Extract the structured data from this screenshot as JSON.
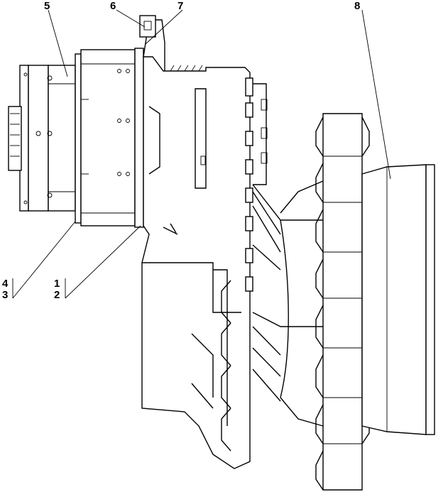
{
  "diagram": {
    "callouts": [
      {
        "id": "c5",
        "text": "5"
      },
      {
        "id": "c6",
        "text": "6"
      },
      {
        "id": "c7",
        "text": "7"
      },
      {
        "id": "c8",
        "text": "8"
      },
      {
        "id": "c4",
        "text": "4"
      },
      {
        "id": "c3",
        "text": "3"
      },
      {
        "id": "c1",
        "text": "1"
      },
      {
        "id": "c2",
        "text": "2"
      }
    ]
  }
}
